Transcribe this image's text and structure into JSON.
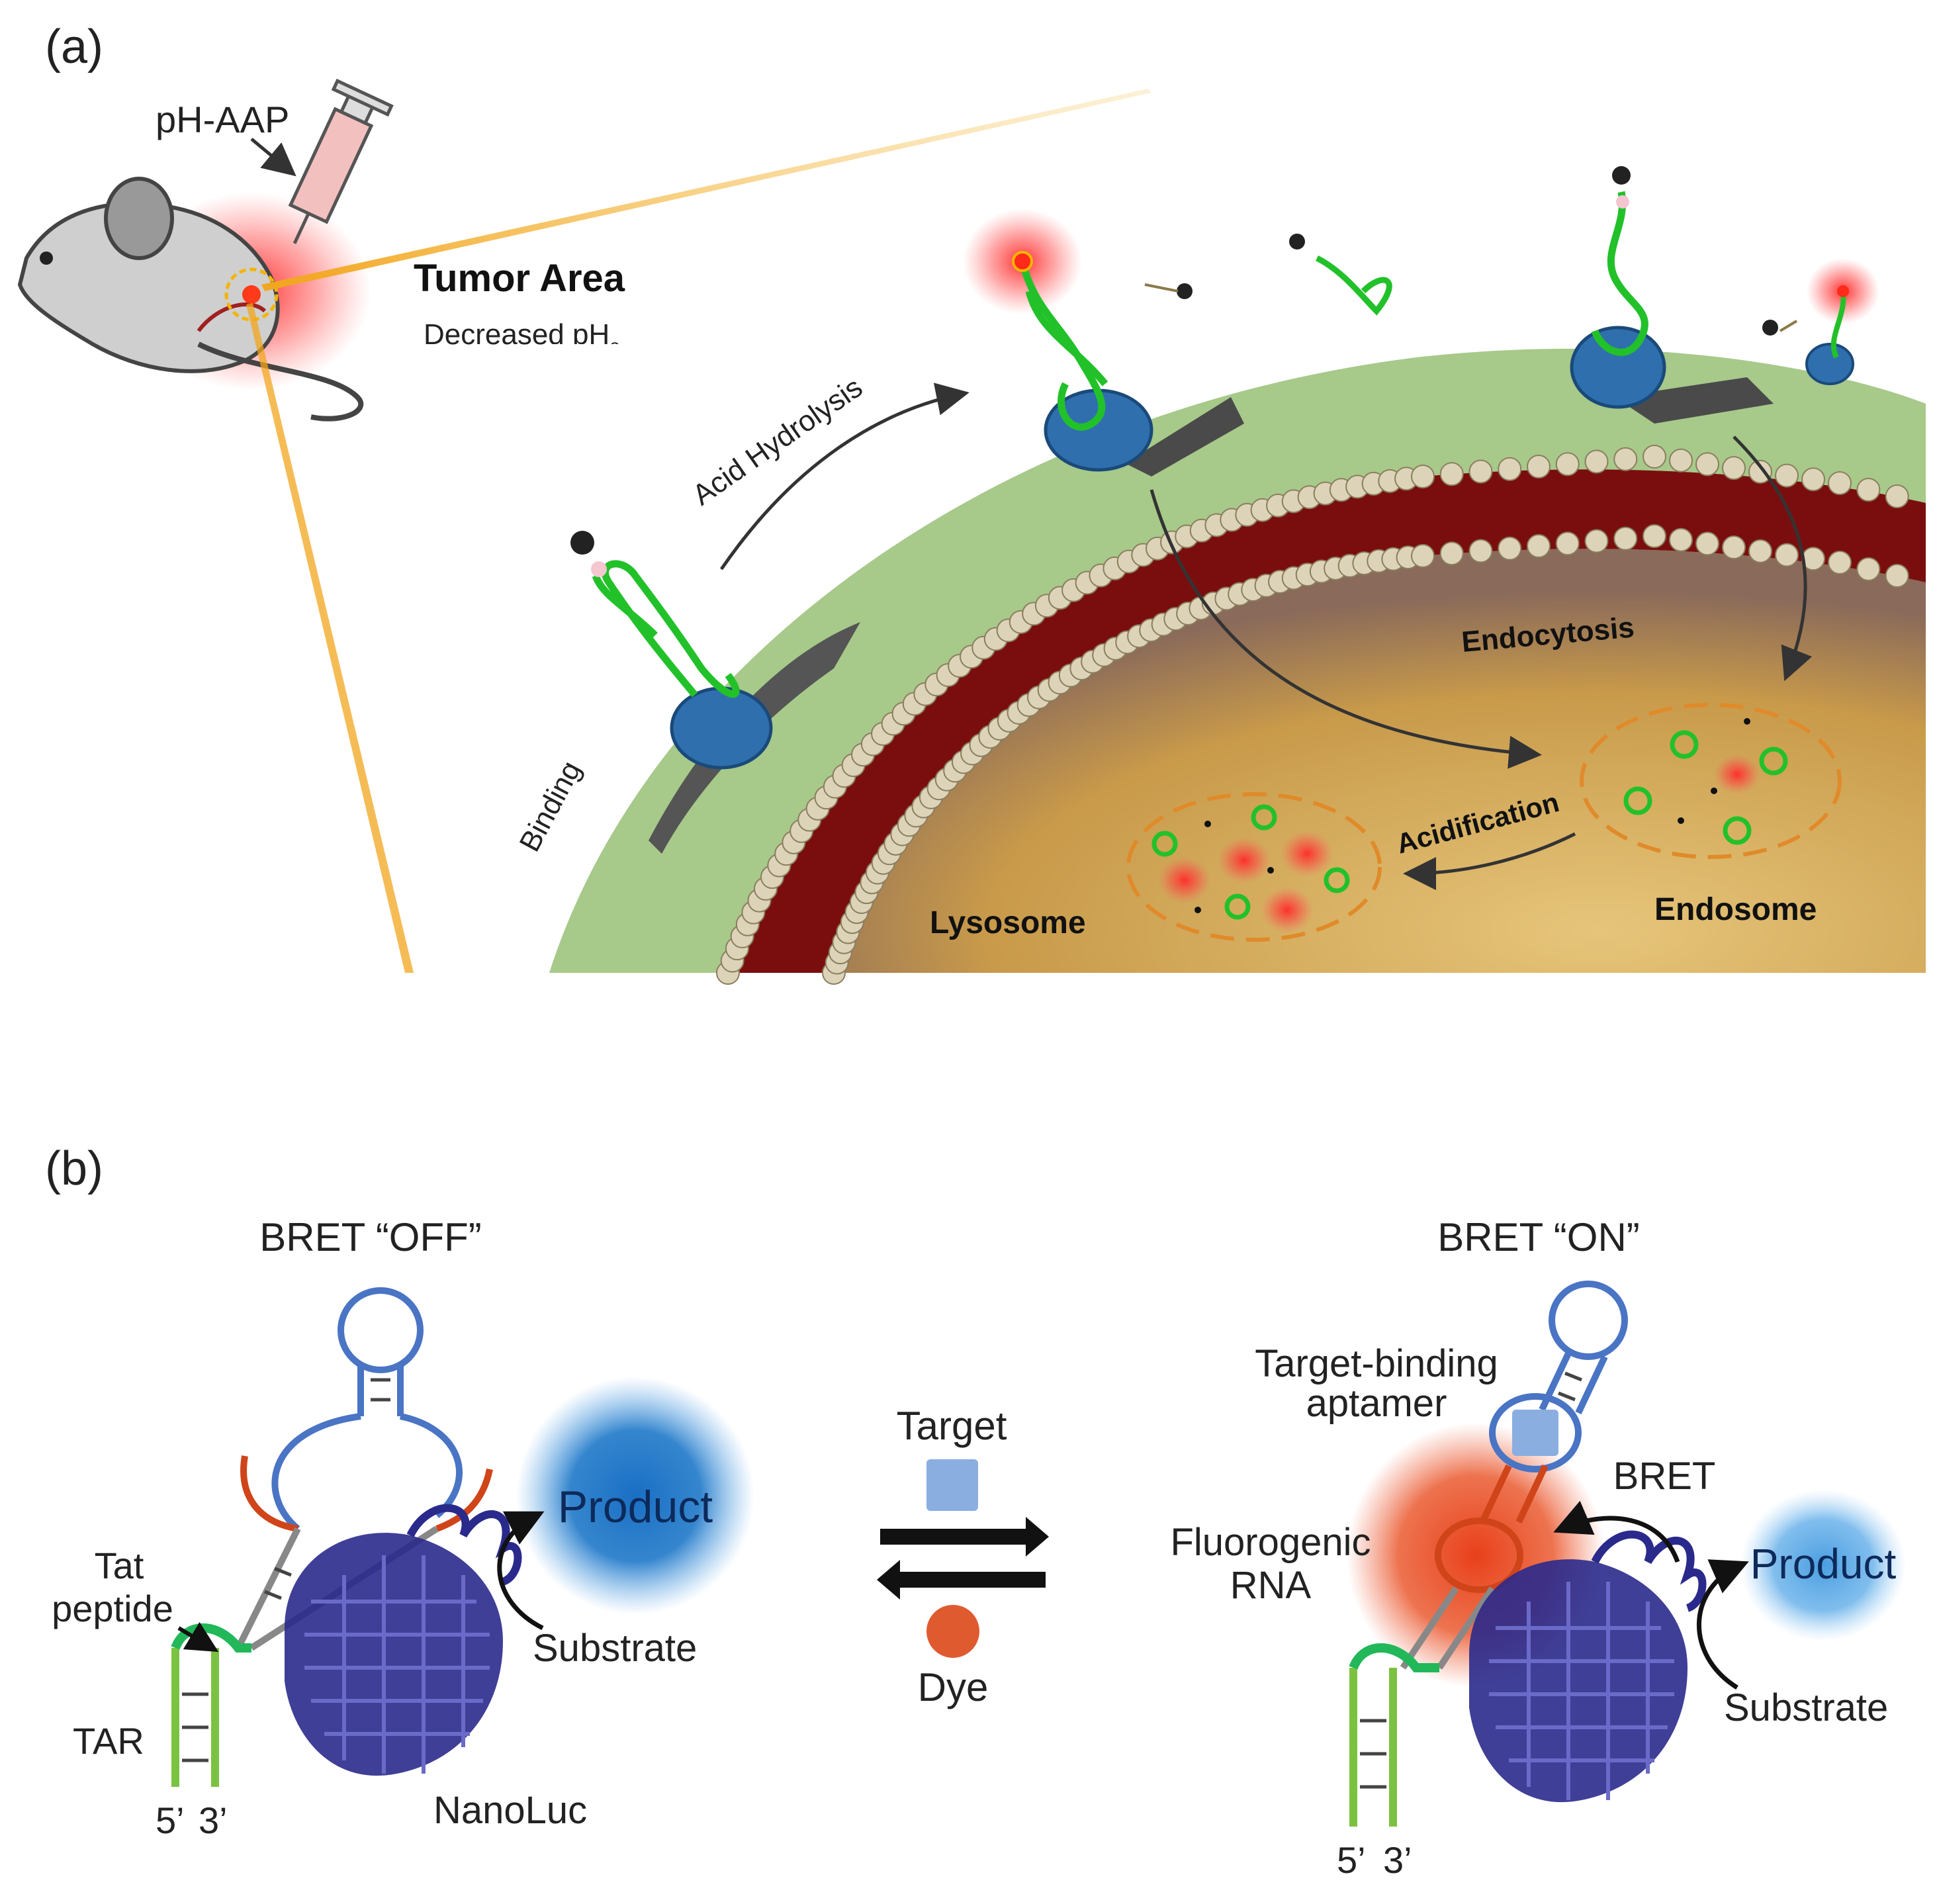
{
  "panel_a": {
    "label": "(a)",
    "injection_label": "pH-AAP",
    "tumor_title": "Tumor Area",
    "tumor_subtitle": "Decreased pH",
    "tumor_subtitle_sub": "e",
    "acid_hydrolysis": "Acid Hydrolysis",
    "binding": "Binding",
    "endocytosis": "Endocytosis",
    "acidification": "Acidification",
    "lysosome": "Lysosome",
    "endosome": "Endosome"
  },
  "panel_b": {
    "label": "(b)",
    "left": {
      "title": "BRET “OFF”",
      "product": "Product",
      "substrate": "Substrate",
      "tat_line1": "Tat",
      "tat_line2": "peptide",
      "tar": "TAR",
      "five_prime": "5’",
      "three_prime": "3’",
      "nanoluc": "NanoLuc"
    },
    "middle": {
      "target": "Target",
      "dye": "Dye"
    },
    "right": {
      "title": "BRET “ON”",
      "aptamer_line1": "Target-binding",
      "aptamer_line2": "aptamer",
      "bret": "BRET",
      "fluorogenic_line1": "Fluorogenic",
      "fluorogenic_line2": "RNA",
      "product": "Product",
      "substrate": "Substrate",
      "five_prime": "5’",
      "three_prime": "3’"
    }
  },
  "colors": {
    "aptamer_green": "#22c12a",
    "receptor_blue": "#2f6fae",
    "membrane_green": "#a7c98a",
    "bilayer_red": "#7a0e0e",
    "lipid_head": "#ddd3b8",
    "cytoplasm": "#d9b060",
    "endosome_orange": "#e08a2a",
    "rna_blue": "#4a74c4",
    "rna_red": "#d0441a",
    "tar_green": "#7cc241",
    "nanoluc_navy": "#2a2a8c",
    "product_blue": "#1e78c8",
    "dye_red": "#e05a30",
    "target_blue": "#8aaee0"
  }
}
